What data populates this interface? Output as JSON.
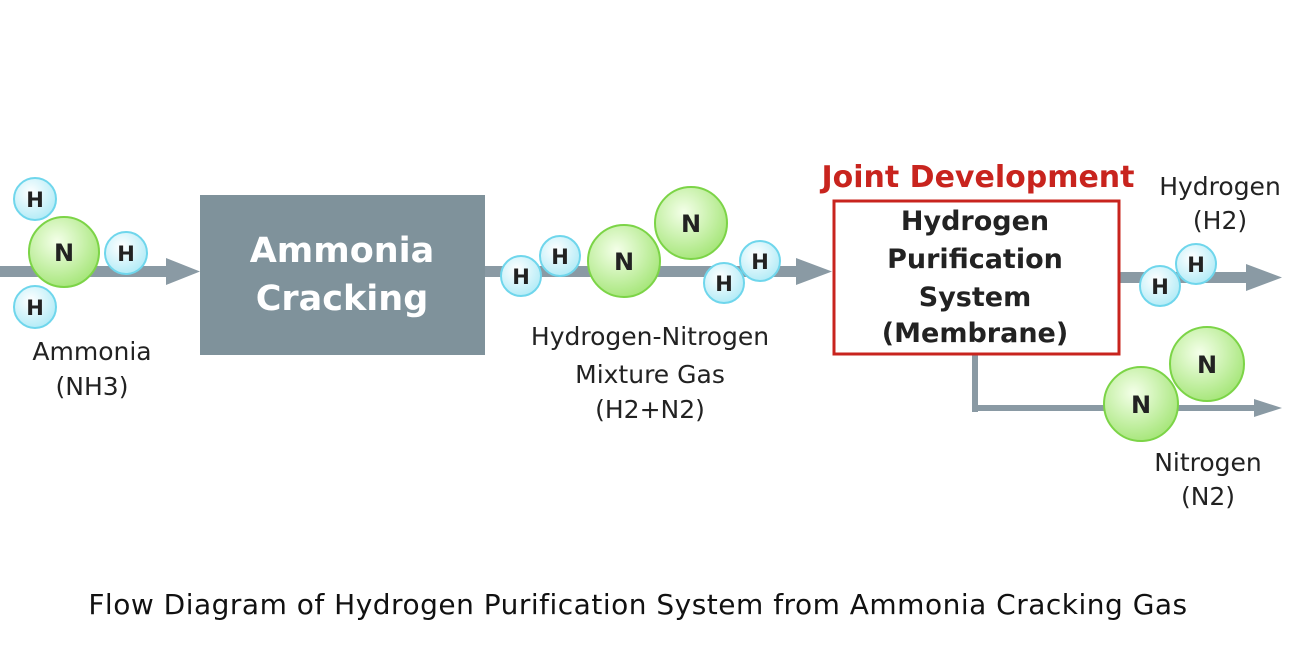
{
  "diagram": {
    "input": {
      "name": "Ammonia",
      "formula": "(NH3)"
    },
    "cracking": {
      "line1": "Ammonia",
      "line2": "Cracking"
    },
    "mixture": {
      "line1": "Hydrogen-Nitrogen",
      "line2": "Mixture Gas",
      "formula": "(H2+N2)"
    },
    "purification": {
      "banner": "Joint Development",
      "line1": "Hydrogen",
      "line2": "Purification",
      "line3": "System",
      "line4": "(Membrane)"
    },
    "hydrogen_out": {
      "name": "Hydrogen",
      "formula": "(H2)"
    },
    "nitrogen_out": {
      "name": "Nitrogen",
      "formula": "(N2)"
    },
    "atoms": {
      "h": "H",
      "n": "N"
    }
  },
  "caption": "Flow Diagram of Hydrogen Purification System from Ammonia Cracking Gas",
  "colors": {
    "arrow": "#8a9aa4",
    "cracking_box": "#7f929b",
    "highlight": "#c8241e",
    "h_atom": "#c8f1f8",
    "h_atom_edge": "#6fd6ec",
    "n_atom": "#b7ec95",
    "n_atom_edge": "#7cd447"
  }
}
